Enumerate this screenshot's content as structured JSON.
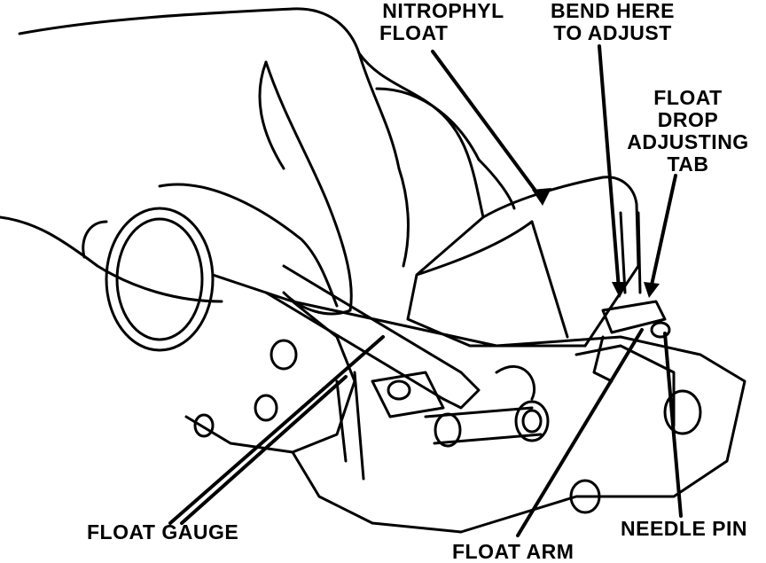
{
  "labels": {
    "nitrophyl_float": [
      "NITROPHYL",
      "FLOAT"
    ],
    "bend_here": [
      "BEND HERE",
      "TO ADJUST"
    ],
    "float_drop_tab": [
      "FLOAT",
      "DROP",
      "ADJUSTING",
      "TAB"
    ],
    "float_gauge": "FLOAT GAUGE",
    "float_arm": "FLOAT ARM",
    "needle_pin": "NEEDLE PIN"
  },
  "colors": {
    "ink": "#000000",
    "paper": "#ffffff"
  }
}
